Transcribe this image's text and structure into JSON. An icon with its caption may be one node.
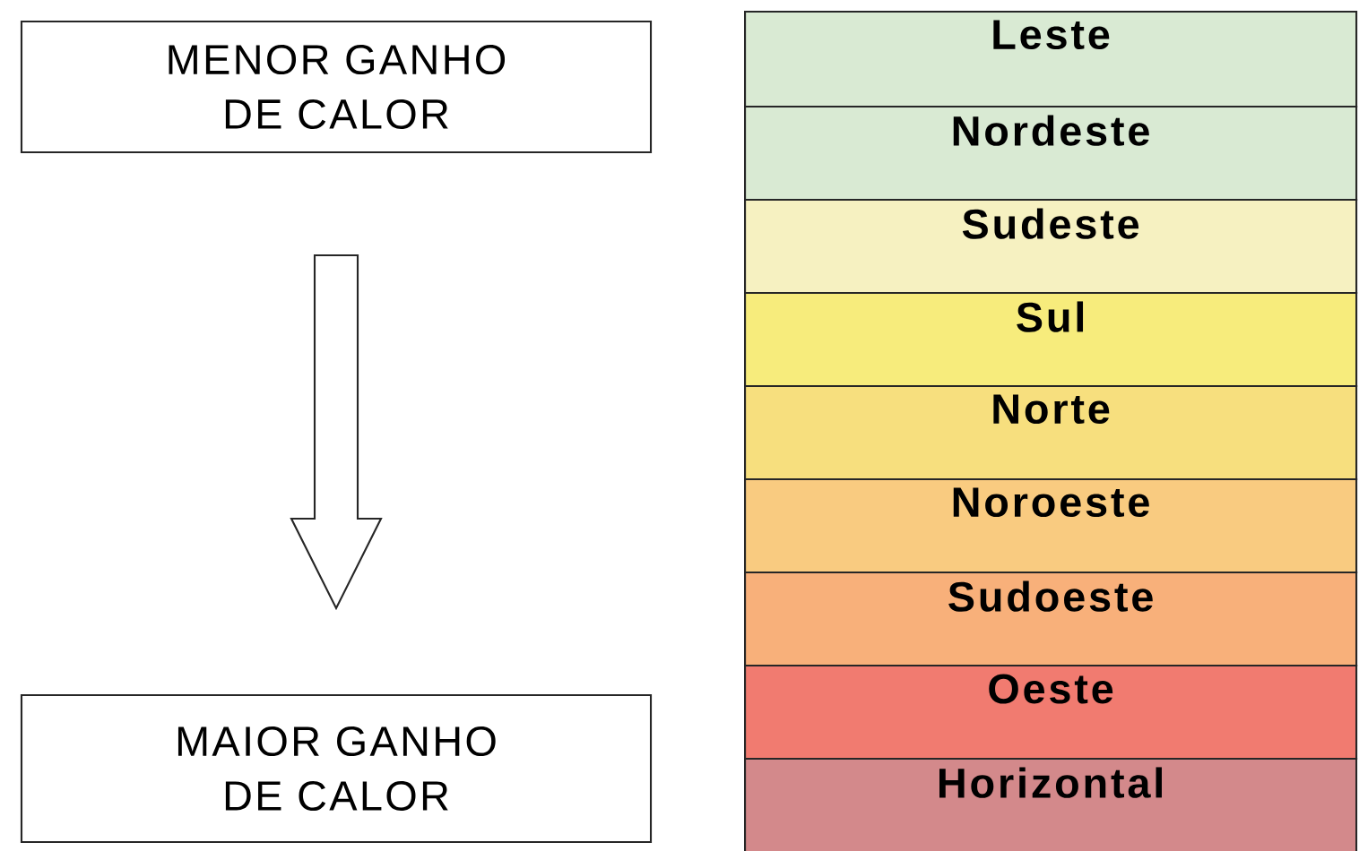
{
  "diagram": {
    "nodes": [
      {
        "text": [
          "MENOR GANHO DE CALOR"
        ]
      },
      {
        "text": [
          "MAIOR GANHO DE CALOR"
        ]
      },
      {
        "text": [
          "Leste"
        ]
      },
      {
        "text": [
          "Nordeste"
        ]
      },
      {
        "text": [
          "Sudeste"
        ]
      },
      {
        "text": [
          "Sul"
        ]
      },
      {
        "text": [
          "Norte"
        ]
      },
      {
        "text": [
          "Noroeste"
        ]
      },
      {
        "text": [
          "Sudoeste"
        ]
      },
      {
        "text": [
          "Oeste"
        ]
      },
      {
        "text": [
          "Horizontal"
        ]
      }
    ],
    "edges": [
      {
        "from": 0,
        "to": 1,
        "arrow": "to"
      }
    ]
  }
}
